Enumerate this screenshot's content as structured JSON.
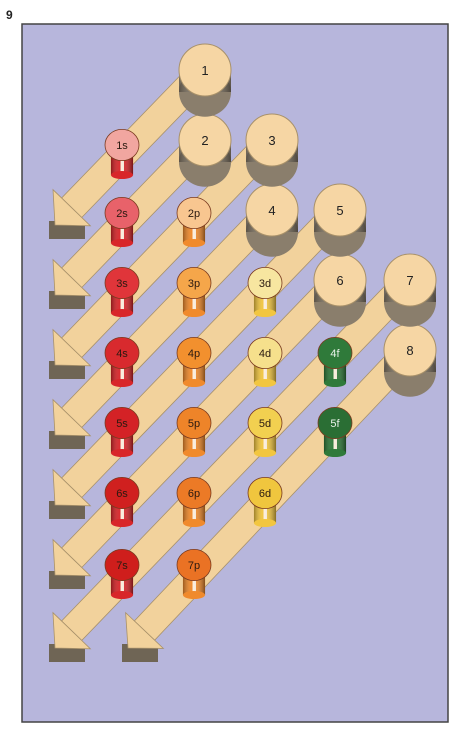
{
  "figure_number": "9",
  "colors": {
    "background": "#b7b6dc",
    "border": "#444444",
    "arrow_face": "#f2d29c",
    "arrow_shadow": "#8c7f6a",
    "circle_face": "#f6d6a4",
    "circle_side": "#a89a86",
    "s": "#d8262a",
    "p": "#f08a2c",
    "d": "#f2c640",
    "f": "#2f7a3a"
  },
  "shells": [
    "1",
    "2",
    "3",
    "4",
    "5",
    "6",
    "7",
    "8"
  ],
  "orbitals": [
    {
      "label": "1s",
      "type": "s",
      "tone": "#f1a6a0"
    },
    {
      "label": "2s",
      "type": "s",
      "tone": "#e8626a"
    },
    {
      "label": "2p",
      "type": "p",
      "tone": "#f8c690"
    },
    {
      "label": "3s",
      "type": "s",
      "tone": "#e0353a"
    },
    {
      "label": "3p",
      "type": "p",
      "tone": "#f5a64a"
    },
    {
      "label": "3d",
      "type": "d",
      "tone": "#f7e6a0"
    },
    {
      "label": "4s",
      "type": "s",
      "tone": "#d82a2e"
    },
    {
      "label": "4p",
      "type": "p",
      "tone": "#f2902e"
    },
    {
      "label": "4d",
      "type": "d",
      "tone": "#f6e08c"
    },
    {
      "label": "4f",
      "type": "f",
      "tone": "#2f7a3a"
    },
    {
      "label": "5s",
      "type": "s",
      "tone": "#d42226"
    },
    {
      "label": "5p",
      "type": "p",
      "tone": "#ee8429"
    },
    {
      "label": "5d",
      "type": "d",
      "tone": "#f2d050"
    },
    {
      "label": "5f",
      "type": "f",
      "tone": "#2a6e34"
    },
    {
      "label": "6s",
      "type": "s",
      "tone": "#d0201f"
    },
    {
      "label": "6p",
      "type": "p",
      "tone": "#ec7a26"
    },
    {
      "label": "6d",
      "type": "d",
      "tone": "#f0c63e"
    },
    {
      "label": "7s",
      "type": "s",
      "tone": "#cf1e1c"
    },
    {
      "label": "7p",
      "type": "p",
      "tone": "#ea7224"
    }
  ]
}
